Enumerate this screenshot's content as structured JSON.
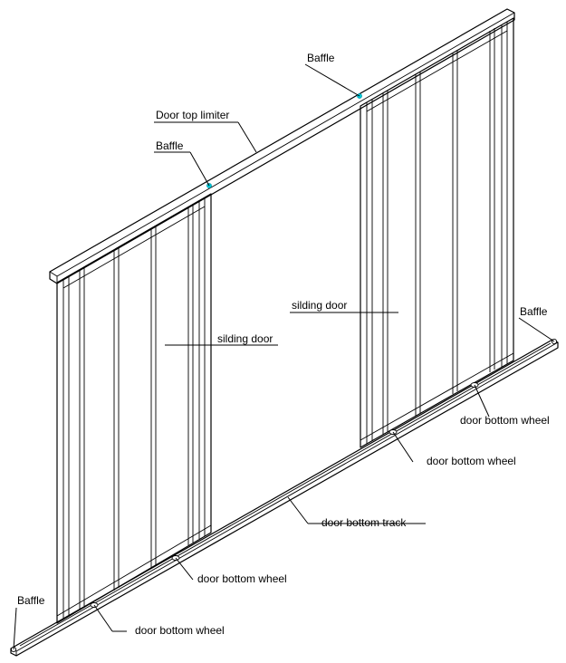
{
  "labels": {
    "door_top_limiter": "Door top limiter",
    "baffle_top_right": "Baffle",
    "baffle_top_left": "Baffle",
    "baffle_right": "Baffle",
    "baffle_left": "Baffle",
    "sliding_door_left": "silding door",
    "sliding_door_right": "silding door",
    "door_bottom_track": "door bottom track",
    "wheel_right_upper": "door bottom wheel",
    "wheel_right_lower": "door bottom wheel",
    "wheel_left_upper": "door bottom wheel",
    "wheel_left_lower": "door bottom wheel"
  },
  "colors": {
    "line": "#000000",
    "baffle_marker": "#00c8d8",
    "background": "#ffffff"
  }
}
